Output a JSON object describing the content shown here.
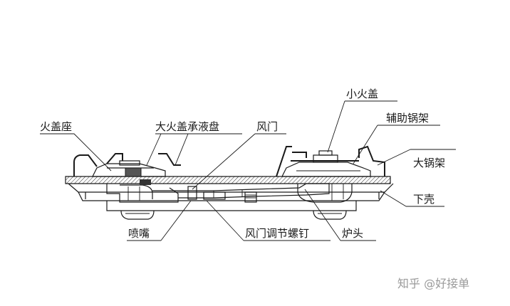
{
  "labels": {
    "fire_cap_seat": "火盖座",
    "big_cap_drip_tray": "大火盖承液盘",
    "air_door": "风门",
    "small_fire_cap": "小火盖",
    "aux_pot_rack": "辅助锅架",
    "big_pot_rack": "大锅架",
    "lower_shell": "下壳",
    "nozzle": "喷嘴",
    "air_door_screw": "风门调节螺钉",
    "burner_head": "炉头"
  },
  "watermark": {
    "text": "知乎 @好接单"
  }
}
